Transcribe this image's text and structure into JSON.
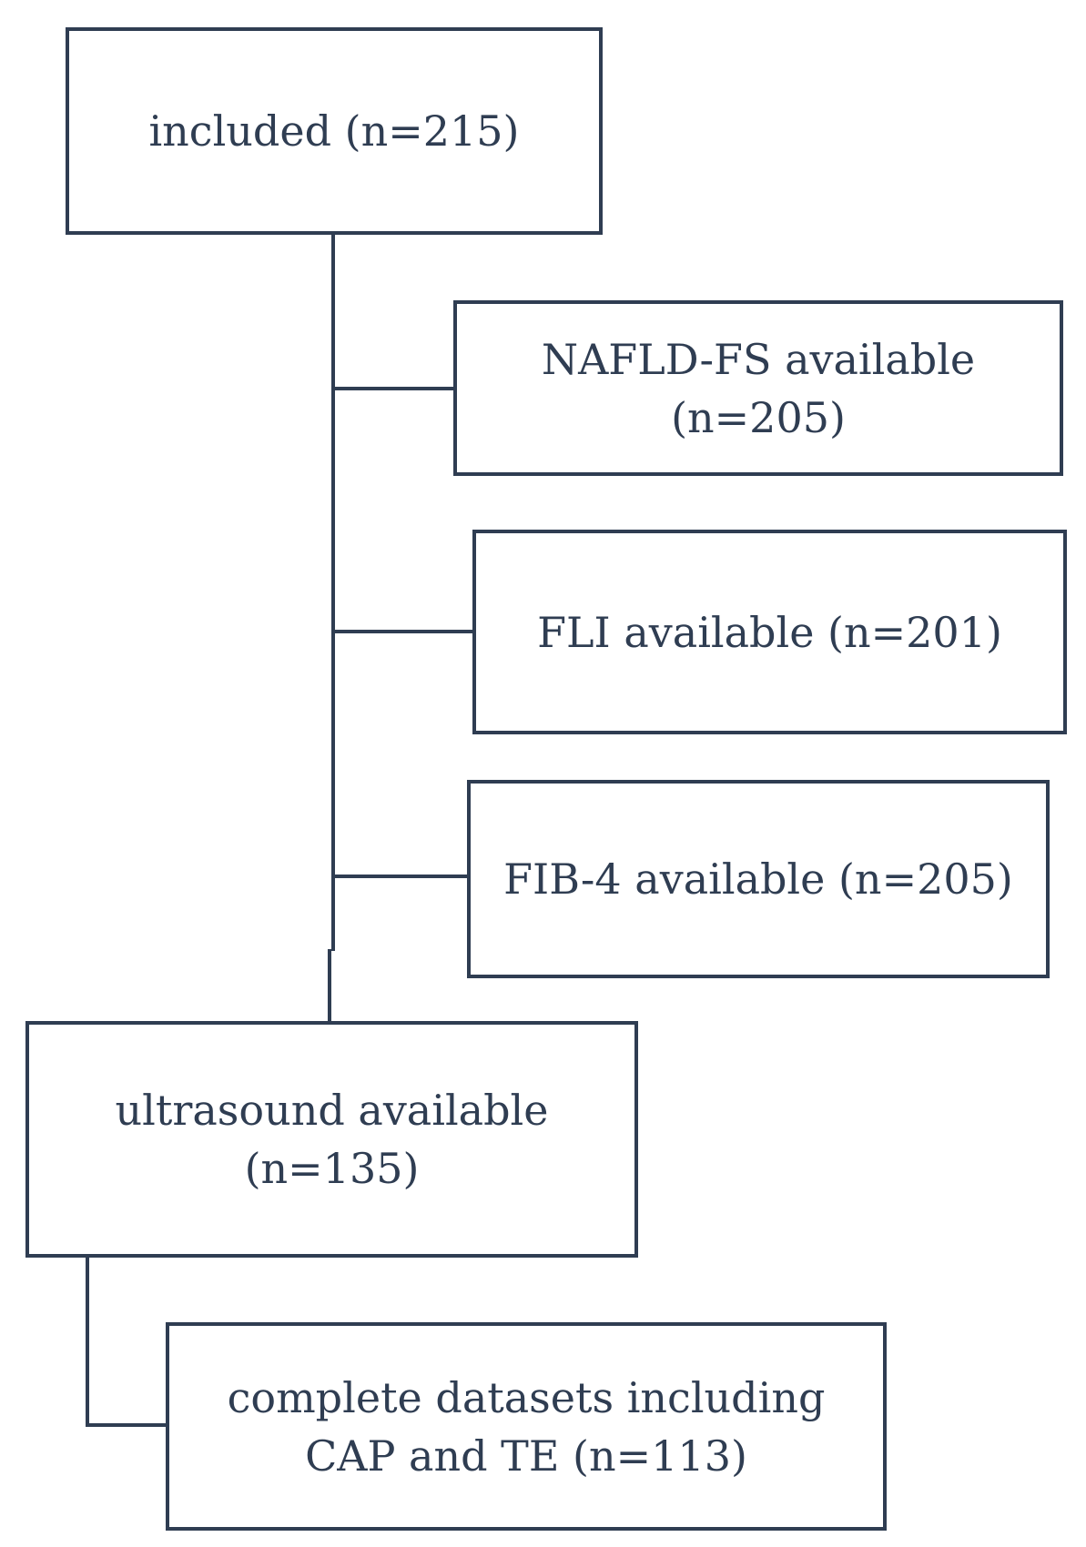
{
  "flowchart": {
    "boxes": {
      "included": {
        "lines": [
          "included (n=215)"
        ]
      },
      "nafld_fs": {
        "lines": [
          "NAFLD-FS available",
          "(n=205)"
        ]
      },
      "fli": {
        "lines": [
          "FLI available (n=201)"
        ]
      },
      "fib4": {
        "lines": [
          "FIB-4 available (n=205)"
        ]
      },
      "ultrasound": {
        "lines": [
          "ultrasound available",
          "(n=135)"
        ]
      },
      "complete": {
        "lines": [
          "complete datasets including",
          "CAP and TE (n=113)"
        ]
      }
    },
    "colors": {
      "stroke": "#2f3d52",
      "text": "#2f3d52",
      "background": "#ffffff"
    }
  }
}
